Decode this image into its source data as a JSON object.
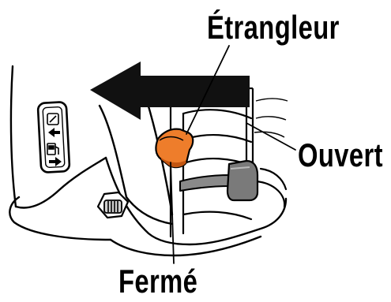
{
  "labels": {
    "choke": "Étrangleur",
    "open": "Ouvert",
    "closed": "Fermé"
  },
  "colors": {
    "ink": "#000000",
    "lever": "#ee7d2b",
    "lever_shadow": "#c25510",
    "knob": "#7a7a7a",
    "background": "#ffffff"
  },
  "icons": [
    "direction-arrow-icon",
    "fuel-pump-icon",
    "choke-lever",
    "fuel-shutoff-knob",
    "mounting-nut"
  ]
}
